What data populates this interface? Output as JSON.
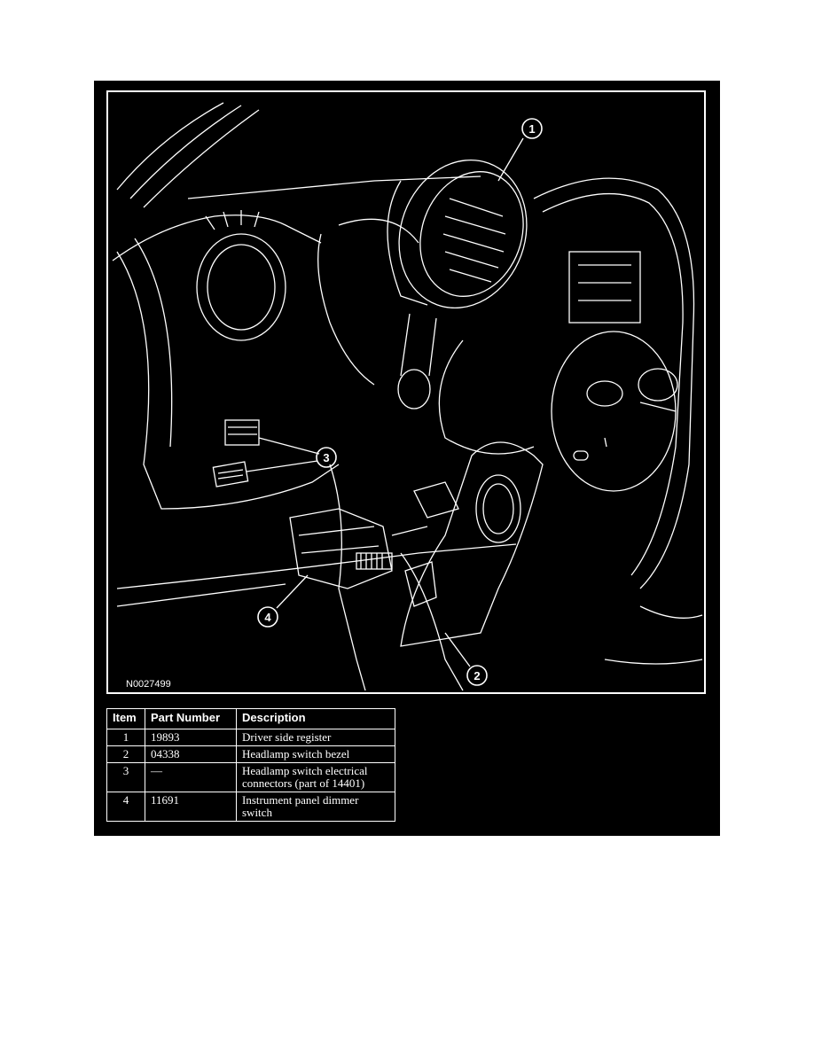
{
  "figure": {
    "figure_id": "N0027499",
    "callouts": [
      "1",
      "2",
      "3",
      "4"
    ]
  },
  "legend": {
    "headers": [
      "Item",
      "Part Number",
      "Description"
    ],
    "rows": [
      {
        "item": "1",
        "part_number": "19893",
        "description": "Driver side register"
      },
      {
        "item": "2",
        "part_number": "04338",
        "description": "Headlamp switch bezel"
      },
      {
        "item": "3",
        "part_number": "—",
        "description": "Headlamp switch electrical connectors (part of 14401)"
      },
      {
        "item": "4",
        "part_number": "11691",
        "description": "Instrument panel dimmer switch"
      }
    ]
  },
  "colors": {
    "background": "#000000",
    "line": "#ffffff",
    "page": "#ffffff"
  }
}
